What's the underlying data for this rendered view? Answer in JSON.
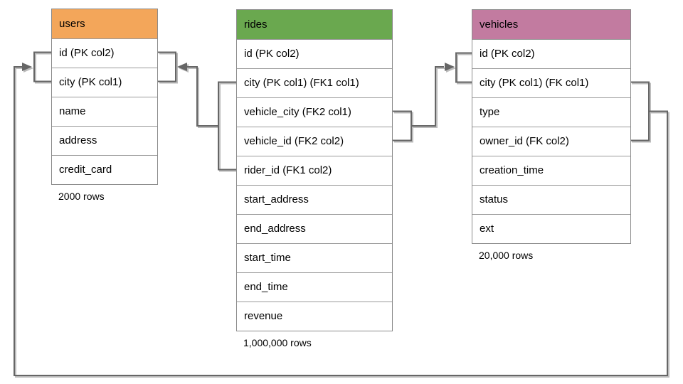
{
  "diagram": {
    "title": "",
    "tables": [
      {
        "name": "users",
        "header_color": "#F3A65A",
        "columns": [
          "id (PK col2)",
          "city (PK col1)",
          "name",
          "address",
          "credit_card"
        ],
        "row_count_label": "2000 rows"
      },
      {
        "name": "rides",
        "header_color": "#6AA84F",
        "columns": [
          "id (PK col2)",
          "city (PK col1) (FK1 col1)",
          "vehicle_city (FK2 col1)",
          "vehicle_id (FK2 col2)",
          "rider_id (FK1 col2)",
          "start_address",
          "end_address",
          "start_time",
          "end_time",
          "revenue"
        ],
        "row_count_label": "1,000,000 rows"
      },
      {
        "name": "vehicles",
        "header_color": "#C27BA0",
        "columns": [
          "id (PK col2)",
          "city (PK col1) (FK col1)",
          "type",
          "owner_id (FK col2)",
          "creation_time",
          "status",
          "ext"
        ],
        "row_count_label": "20,000 rows"
      }
    ],
    "relationships": [
      {
        "name": "FK1",
        "from": "rides (city, rider_id)",
        "to": "users (city, id)"
      },
      {
        "name": "FK2",
        "from": "rides (vehicle_city, vehicle_id)",
        "to": "vehicles (city, id)"
      },
      {
        "name": "FK",
        "from": "vehicles (city, owner_id)",
        "to": "users (city, id)"
      }
    ],
    "colors": {
      "connector": "#666666",
      "table_border": "#8A8A8A",
      "row_divider": "#9A9A9A",
      "text": "#000000",
      "background": "#FFFFFF"
    }
  }
}
